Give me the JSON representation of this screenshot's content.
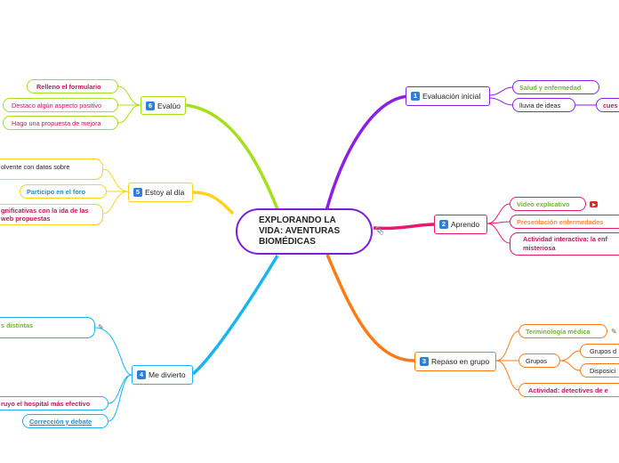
{
  "central": {
    "title": "EXPLORANDO LA VIDA: AVENTURAS BIOMÉDICAS"
  },
  "branches": {
    "evaluacion": {
      "num": "1",
      "label": "Evaluación inicial",
      "items": [
        "Salud y enfermedad",
        "lluvia de ideas",
        "cues"
      ]
    },
    "aprendo": {
      "num": "2",
      "label": "Aprendo",
      "items": [
        "Video explicativo",
        "Presentación enfermedades",
        "Actividad interactiva: la enf misteriosa"
      ]
    },
    "repaso": {
      "num": "3",
      "label": "Repaso en grupo",
      "items": [
        "Terminología médica",
        "Grupos",
        "Grupos d",
        "Disposici",
        "Actividad: detectives de e"
      ]
    },
    "divierto": {
      "num": "4",
      "label": "Me divierto",
      "items": [
        "s distintas",
        "ruyo el hospital más efectivo",
        "Corrección y debate"
      ]
    },
    "estoy": {
      "num": "5",
      "label": "Estoy al día",
      "items": [
        "olvente con datos sobre",
        "Participo en el foro",
        "gnificativas con la ida de las web propuestas"
      ]
    },
    "evaluo": {
      "num": "6",
      "label": "Evalúo",
      "items": [
        "Relleno el formulario",
        "Destaco algún aspecto positivo",
        "Hago una propuesta de mejora"
      ]
    }
  },
  "colors": {
    "central": "#7a1fe0",
    "evaluacion": "#8b1fe6",
    "aprendo": "#e8196d",
    "repaso": "#ff7a14",
    "divierto": "#1ab4f0",
    "estoy": "#ffd21c",
    "evaluo": "#a6e01c",
    "green_text": "#74b33a",
    "magenta_text": "#c2185b",
    "blue_text": "#1a8fd9",
    "pink_text": "#e8196d",
    "orange_text": "#ff8a3c",
    "dark_text": "#222222"
  },
  "icons": [
    "youtube-icon",
    "attachment-icon",
    "note-icon"
  ]
}
